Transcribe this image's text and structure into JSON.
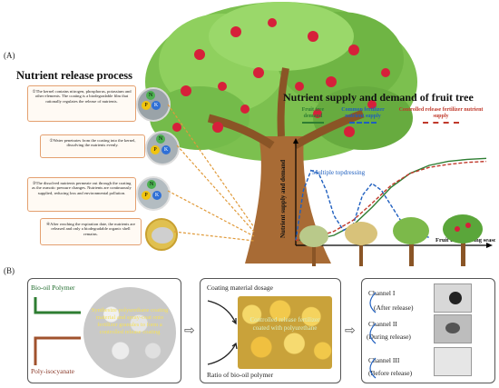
{
  "panel_a": {
    "label": "(A)",
    "process_title": "Nutrient release process",
    "steps": [
      "①The kernel contains nitrogen, phosphorus, potassium and other elements. The coating is a biodegradable film that rationally regulates the release of nutrients.",
      "②Water penetrates from the coating into the kernel, dissolving the nutrients evenly.",
      "③The dissolved nutrients permeate out through the coating as the osmotic pressure changes. Nutrients are continuously supplied, reducing loss and environmental pollution.",
      "④After reaching the expiration date, the nutrients are released and only a biodegradable organic shell remains."
    ],
    "nutrient_letters": [
      "N",
      "P",
      "K"
    ],
    "chart_title": "Nutrient supply and demand of fruit tree",
    "chart_data": {
      "type": "line",
      "title": "Nutrient supply and demand of fruit tree",
      "xlabel": "Fruit tree growing season",
      "ylabel": "Nutrient supply and demand",
      "annotation": "Multiple topdressing",
      "series": [
        {
          "name": "Fruit tree demand",
          "color": "#2e7d32",
          "style": "solid",
          "x": [
            0,
            10,
            20,
            30,
            40,
            50,
            60,
            70,
            80,
            90,
            100
          ],
          "values": [
            5,
            6,
            10,
            20,
            38,
            58,
            72,
            80,
            84,
            86,
            87
          ]
        },
        {
          "name": "Common fertilizer nutrient supply",
          "color": "#1f5fbf",
          "style": "dashed",
          "x": [
            0,
            4,
            8,
            12,
            16,
            20,
            25,
            30,
            35,
            40,
            45,
            50,
            55,
            60,
            65,
            70
          ],
          "values": [
            5,
            55,
            75,
            72,
            55,
            30,
            15,
            20,
            50,
            62,
            55,
            40,
            25,
            15,
            10,
            8
          ]
        },
        {
          "name": "Controlled release fertilizer nutrient supply",
          "color": "#c0392b",
          "style": "dashed",
          "x": [
            0,
            10,
            20,
            30,
            40,
            50,
            60,
            70,
            80,
            90,
            100
          ],
          "values": [
            5,
            8,
            14,
            25,
            42,
            60,
            72,
            78,
            81,
            83,
            84
          ]
        }
      ]
    },
    "colors": {
      "demand": "#2e7d32",
      "common": "#1f5fbf",
      "controlled": "#c0392b"
    }
  },
  "panel_b": {
    "label": "(B)",
    "bio_oil": "Bio-oil Polymer",
    "poly_iso": "Poly-isocyanate",
    "overlay_text": "Synthesize polyurethane coating material and spray-coat onto fertilizer granules to form a controlled release coating",
    "coating_dosage": "Coating material dosage",
    "ratio": "Ratio of bio-oil polymer",
    "middle_overlay": "Controlled release fertilizer coated with polyurethane",
    "channels": [
      {
        "name": "Channel I",
        "state": "(After release)"
      },
      {
        "name": "Channel II",
        "state": "(During release)"
      },
      {
        "name": "Channel III",
        "state": "(Before release)"
      }
    ]
  }
}
